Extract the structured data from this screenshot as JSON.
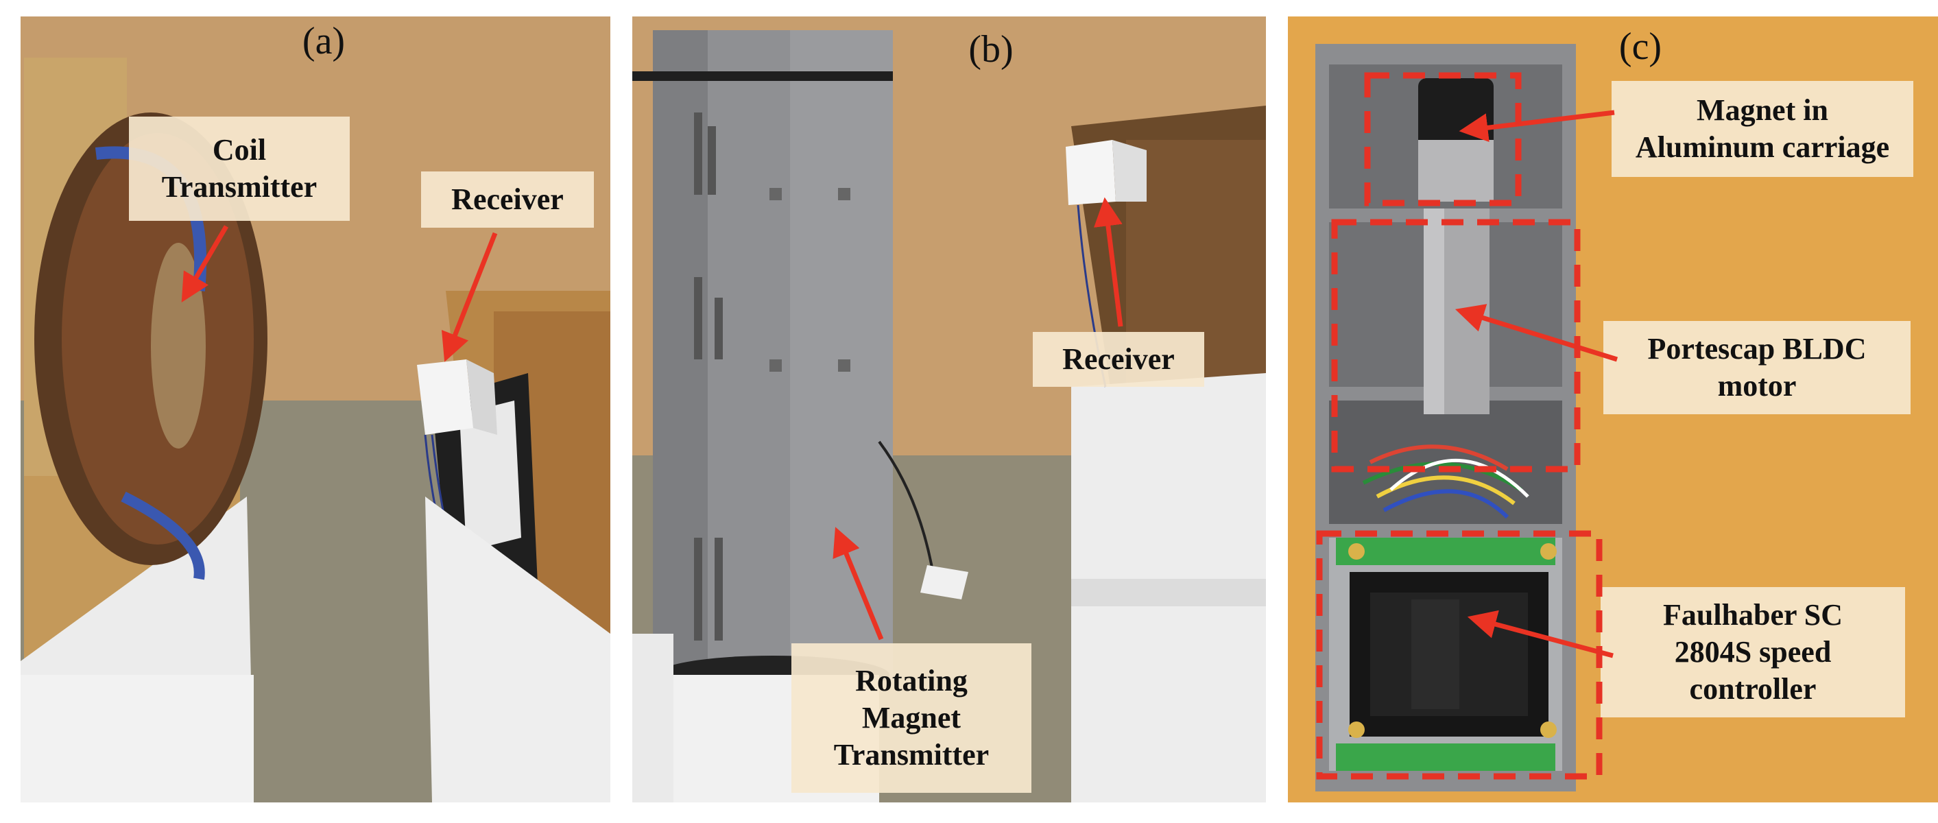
{
  "panels": [
    {
      "id": "a",
      "label": "(a)"
    },
    {
      "id": "b",
      "label": "(b)"
    },
    {
      "id": "c",
      "label": "(c)"
    }
  ],
  "callouts": {
    "coil_transmitter": "Coil\nTransmitter",
    "receiver_a": "Receiver",
    "rotating_magnet": "Rotating\nMagnet\nTransmitter",
    "receiver_b": "Receiver",
    "magnet_carriage": "Magnet in\nAluminum carriage",
    "bldc_motor": "Portescap BLDC\nmotor",
    "speed_controller": "Faulhaber SC\n2804S speed\ncontroller"
  },
  "colors": {
    "arrow": "#ea3323",
    "dashed_box": "#e63225",
    "panel_c_background": "#e3a64c",
    "cardboard": "#c49b6b",
    "callout_bg": "#f6e7ce"
  }
}
